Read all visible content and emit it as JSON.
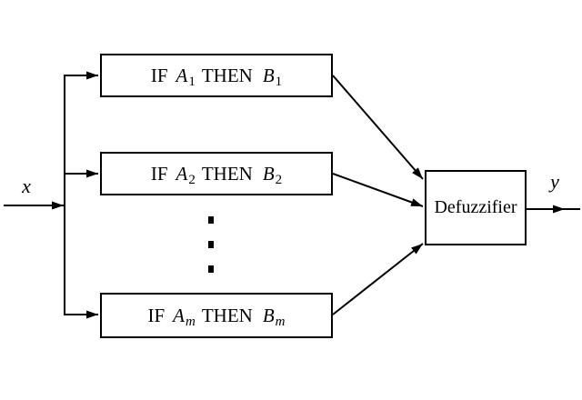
{
  "figure": {
    "background_color": "#ffffff",
    "ink_color": "#000000",
    "input_label": "x",
    "output_label": "y",
    "defuzzifier_label": "Defuzzifier",
    "rules": [
      {
        "if_word": "IF",
        "antecedent_symbol": "A",
        "antecedent_sub": "1",
        "then_word": "THEN",
        "consequent_symbol": "B",
        "consequent_sub": "1"
      },
      {
        "if_word": "IF",
        "antecedent_symbol": "A",
        "antecedent_sub": "2",
        "then_word": "THEN",
        "consequent_symbol": "B",
        "consequent_sub": "2"
      },
      {
        "if_word": "IF",
        "antecedent_symbol": "A",
        "antecedent_sub": "m",
        "then_word": "THEN",
        "consequent_symbol": "B",
        "consequent_sub": "m"
      }
    ],
    "ellipsis_icon": "vertical-dots"
  }
}
